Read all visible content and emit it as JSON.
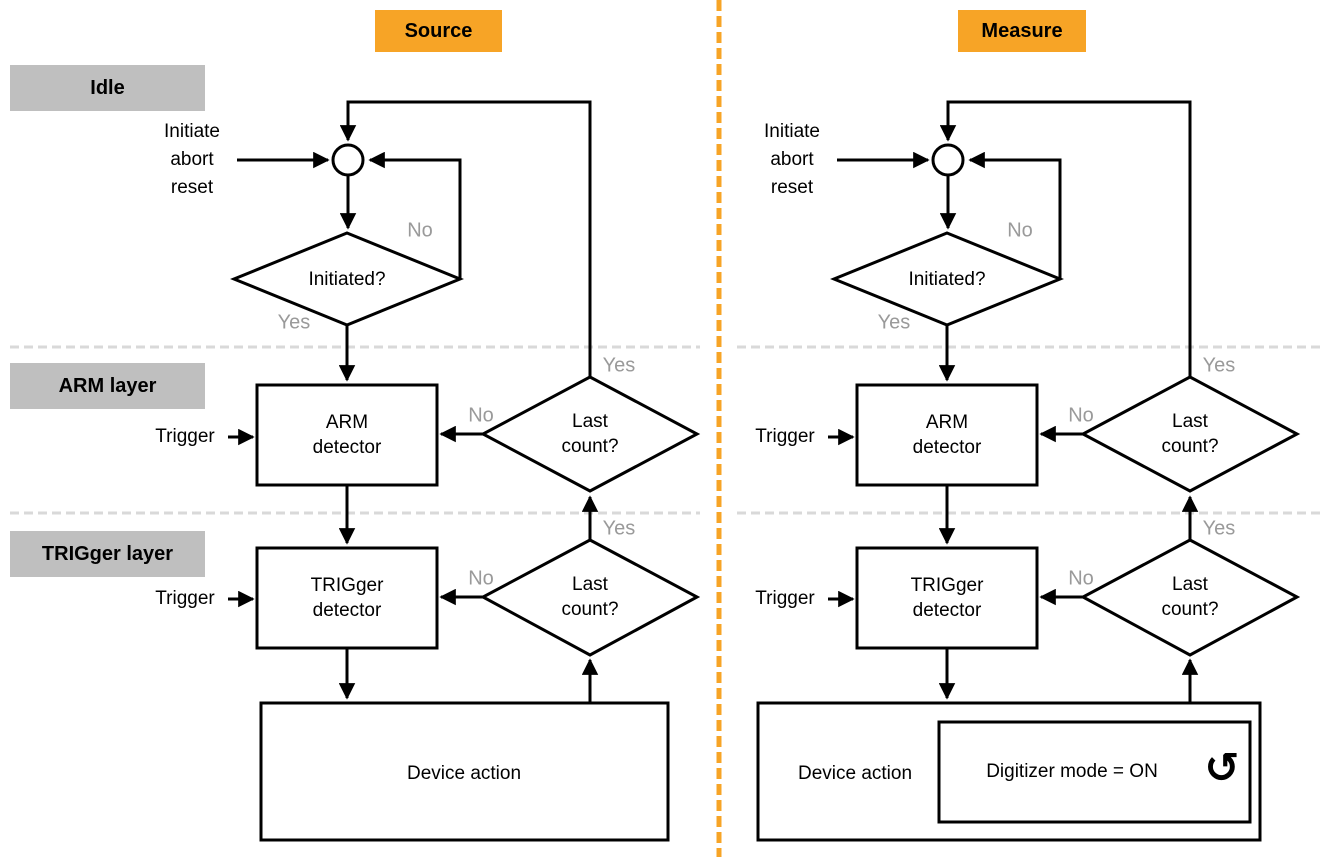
{
  "colors": {
    "accent_orange": "#F7A426",
    "layer_label_bg": "#BFBFBF",
    "muted_gray_text": "#9A9A9A",
    "layer_divider_dash": "#D9D9D9",
    "flow_line": "#000000"
  },
  "layers": {
    "idle": "Idle",
    "arm": "ARM layer",
    "trigger": "TRIGger layer"
  },
  "source": {
    "title": "Source",
    "initiate": [
      "Initiate",
      "abort",
      "reset"
    ],
    "initiated": "Initiated?",
    "idle_no": "No",
    "idle_yes": "Yes",
    "arm_box": [
      "ARM",
      "detector"
    ],
    "trig_box": [
      "TRIGger",
      "detector"
    ],
    "trigger1": "Trigger",
    "trigger2": "Trigger",
    "last1": [
      "Last",
      "count?"
    ],
    "last1_no": "No",
    "last1_yes": "Yes",
    "last2": [
      "Last",
      "count?"
    ],
    "last2_no": "No",
    "last2_yes": "Yes",
    "device": "Device action"
  },
  "measure": {
    "title": "Measure",
    "initiate": [
      "Initiate",
      "abort",
      "reset"
    ],
    "initiated": "Initiated?",
    "idle_no": "No",
    "idle_yes": "Yes",
    "arm_box": [
      "ARM",
      "detector"
    ],
    "trig_box": [
      "TRIGger",
      "detector"
    ],
    "trigger1": "Trigger",
    "trigger2": "Trigger",
    "last1": [
      "Last",
      "count?"
    ],
    "last1_no": "No",
    "last1_yes": "Yes",
    "last2": [
      "Last",
      "count?"
    ],
    "last2_no": "No",
    "last2_yes": "Yes",
    "device": "Device action",
    "digitizer": "Digitizer mode = ON",
    "loop_icon": "↺"
  }
}
